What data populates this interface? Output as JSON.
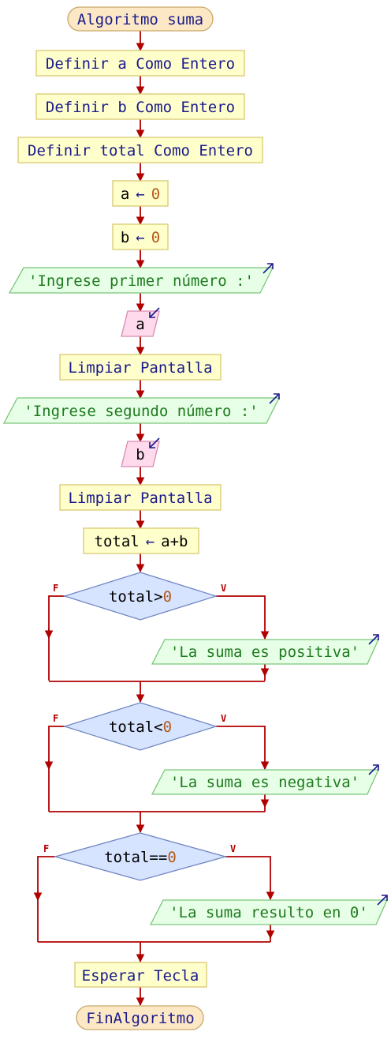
{
  "flowchart": {
    "start": "Algoritmo suma",
    "define_a": "Definir a Como Entero",
    "define_b": "Definir b Como Entero",
    "define_total": "Definir total Como Entero",
    "assign_a": {
      "var": "a",
      "op": "←",
      "val": "0"
    },
    "assign_b": {
      "var": "b",
      "op": "←",
      "val": "0"
    },
    "prompt1": "'Ingrese primer número :'",
    "read_a": "a",
    "clear1": "Limpiar Pantalla",
    "prompt2": "'Ingrese segundo número :'",
    "read_b": "b",
    "clear2": "Limpiar Pantalla",
    "assign_total": {
      "var": "total",
      "op": "←",
      "expr": "a+b"
    },
    "decision1": {
      "lhs": "total>",
      "rhs": "0",
      "false_label": "F",
      "true_label": "V",
      "true_output": "'La suma es positiva'"
    },
    "decision2": {
      "lhs": "total<",
      "rhs": "0",
      "false_label": "F",
      "true_label": "V",
      "true_output": "'La suma es negativa'"
    },
    "decision3": {
      "lhs": "total==",
      "rhs": "0",
      "false_label": "F",
      "true_label": "V",
      "true_output": "'La suma resulto en 0'"
    },
    "wait": "Esperar Tecla",
    "end": "FinAlgoritmo"
  },
  "colors": {
    "flow_line": "#b00000",
    "keyword_text": "#1a1a8c",
    "number_text": "#b35a1a",
    "string_text": "#1f7a1f",
    "process_fill": "#ffffcc",
    "terminal_fill": "#fce8c4",
    "output_fill": "#e6ffe6",
    "input_fill": "#ffd9ec",
    "decision_fill": "#d6e4ff"
  }
}
